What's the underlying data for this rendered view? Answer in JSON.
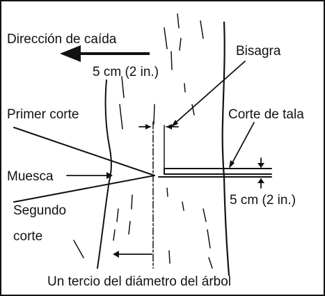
{
  "labels": {
    "direction": "Dirección de caída",
    "gap_top": "5 cm (2 in.)",
    "hinge": "Bisagra",
    "first_cut": "Primer corte",
    "felling_cut": "Corte de tala",
    "notch": "Muesca",
    "gap_right": "5 cm (2 in.)",
    "second_cut_line1": "Segundo",
    "second_cut_line2": "corte",
    "one_third": "Un tercio del diámetro del árbol"
  }
}
